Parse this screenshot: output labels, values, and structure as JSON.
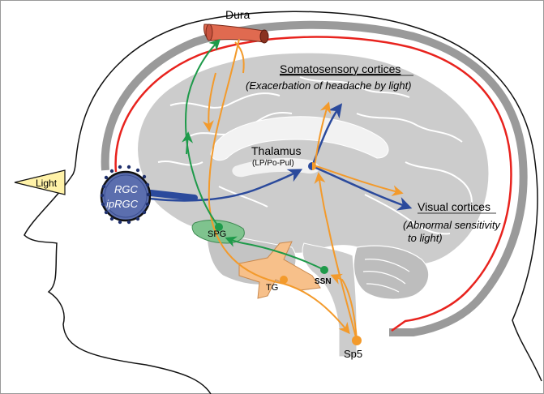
{
  "labels": {
    "dura": "Dura",
    "somatosensory_title": "Somatosensory cortices",
    "somatosensory_note": "(Exacerbation of headache by light)",
    "thalamus_title": "Thalamus",
    "thalamus_sub": "(LP/Po-Pul)",
    "visual_title": "Visual cortices",
    "visual_note_1": "(Abnormal sensitivity",
    "visual_note_2": "to light)",
    "light": "Light",
    "rgc": "RGC",
    "iprgc": "ipRGC",
    "spg": "SPG",
    "ssn": "SSN",
    "tg": "TG",
    "sp5": "Sp5"
  },
  "colors": {
    "orange_pathway": "#F39A2B",
    "green_pathway": "#1E9A4A",
    "blue_pathway": "#2B4A9C",
    "dura_vessel": "#E06A50",
    "skull_red": "#E8231E",
    "brain_fill": "#CCCCCC",
    "light_arrow": "#FFF2A8"
  },
  "icons": [
    "light-arrow-icon",
    "eye-icon",
    "dura-vessel-icon"
  ]
}
